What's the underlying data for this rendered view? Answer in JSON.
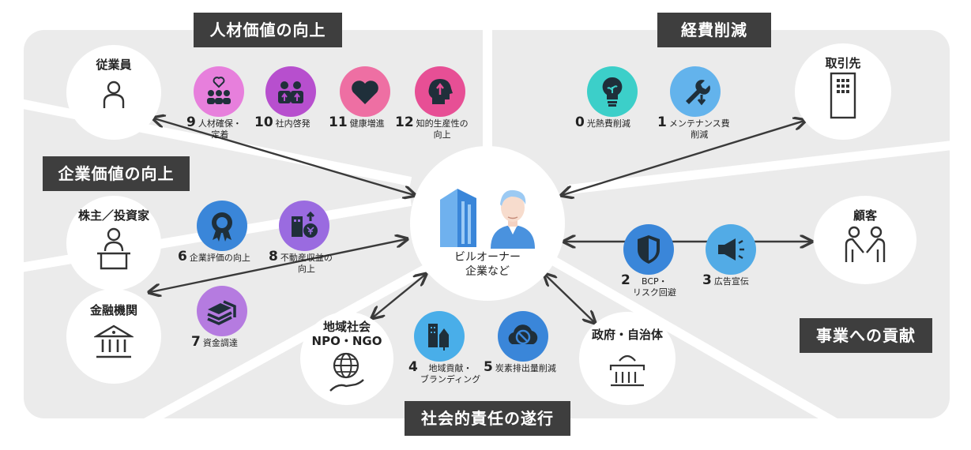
{
  "categories": {
    "talent": "人材価値の向上",
    "cost": "経費削減",
    "corporate": "企業価値の向上",
    "contribution": "事業への貢献",
    "social": "社会的責任の遂行"
  },
  "center": {
    "line1": "ビルオーナー",
    "line2": "企業など"
  },
  "stakeholders": {
    "employee": "従業員",
    "supplier": "取引先",
    "shareholder": "株主／投資家",
    "customer": "顧客",
    "bank": "金融機関",
    "community_line1": "地域社会",
    "community_line2": "NPO・NGO",
    "government": "政府・自治体"
  },
  "benefits": [
    {
      "num": "0",
      "line1": "光熱費削減",
      "line2": "",
      "color": "#3ccfc9",
      "icon": "lightbulb-icon"
    },
    {
      "num": "1",
      "line1": "メンテナンス費",
      "line2": "削減",
      "color": "#63b3ec",
      "icon": "wrench-icon"
    },
    {
      "num": "2",
      "line1": "BCP・",
      "line2": "リスク回避",
      "color": "#3a86d9",
      "icon": "shield-icon"
    },
    {
      "num": "3",
      "line1": "広告宣伝",
      "line2": "",
      "color": "#52abe6",
      "icon": "megaphone-icon"
    },
    {
      "num": "4",
      "line1": "地域貢献・",
      "line2": "ブランディング",
      "color": "#49aee9",
      "icon": "town-icon"
    },
    {
      "num": "5",
      "line1": "炭素排出量削減",
      "line2": "",
      "color": "#3a86d9",
      "icon": "no-co2-icon"
    },
    {
      "num": "6",
      "line1": "企業評価の向上",
      "line2": "",
      "color": "#3a86d9",
      "icon": "award-icon"
    },
    {
      "num": "7",
      "line1": "資金調達",
      "line2": "",
      "color": "#b57be0",
      "icon": "money-stack-icon"
    },
    {
      "num": "8",
      "line1": "不動産収益の",
      "line2": "向上",
      "color": "#9a6be0",
      "icon": "property-yen-icon"
    },
    {
      "num": "9",
      "line1": "人材確保・",
      "line2": "定着",
      "color": "#e77fdc",
      "icon": "people-heart-icon"
    },
    {
      "num": "10",
      "line1": "社内啓発",
      "line2": "",
      "color": "#b74fce",
      "icon": "people-up-icon"
    },
    {
      "num": "11",
      "line1": "健康増進",
      "line2": "",
      "color": "#ee6fa3",
      "icon": "heart-icon"
    },
    {
      "num": "12",
      "line1": "知的生産性の",
      "line2": "向上",
      "color": "#e74f95",
      "icon": "head-arrow-icon"
    }
  ]
}
